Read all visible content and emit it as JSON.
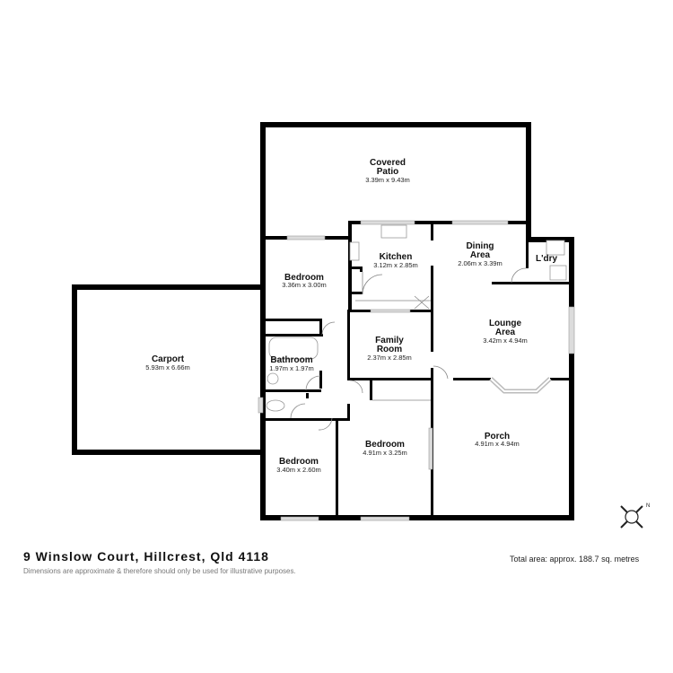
{
  "property": {
    "address": "9 Winslow Court, Hillcrest, Qld 4118",
    "disclaimer": "Dimensions are approximate & therefore should only be used for illustrative purposes.",
    "total_area": "Total area: approx. 188.7 sq. metres"
  },
  "rooms": {
    "covered_patio": {
      "name_line1": "Covered",
      "name_line2": "Patio",
      "dims": "3.39m x 9.43m"
    },
    "kitchen": {
      "name": "Kitchen",
      "dims": "3.12m x 2.85m"
    },
    "dining": {
      "name_line1": "Dining",
      "name_line2": "Area",
      "dims": "2.06m x 3.39m"
    },
    "laundry": {
      "name": "L'dry"
    },
    "bedroom1": {
      "name": "Bedroom",
      "dims": "3.36m x 3.00m"
    },
    "carport": {
      "name": "Carport",
      "dims": "5.93m x 6.66m"
    },
    "bathroom": {
      "name": "Bathroom",
      "dims": "1.97m x 1.97m"
    },
    "family_room": {
      "name_line1": "Family",
      "name_line2": "Room",
      "dims": "2.37m x 2.85m"
    },
    "lounge": {
      "name_line1": "Lounge",
      "name_line2": "Area",
      "dims": "3.42m x 4.94m"
    },
    "porch": {
      "name": "Porch",
      "dims": "4.91m x 4.94m"
    },
    "bedroom2": {
      "name": "Bedroom",
      "dims": "4.91m x 3.25m"
    },
    "bedroom3": {
      "name": "Bedroom",
      "dims": "3.40m x 2.60m"
    }
  },
  "compass": {
    "icon": "north-arrow-icon",
    "label": "N"
  },
  "colors": {
    "wall": "#000000",
    "window": "#dcdcdc",
    "background": "#ffffff"
  }
}
